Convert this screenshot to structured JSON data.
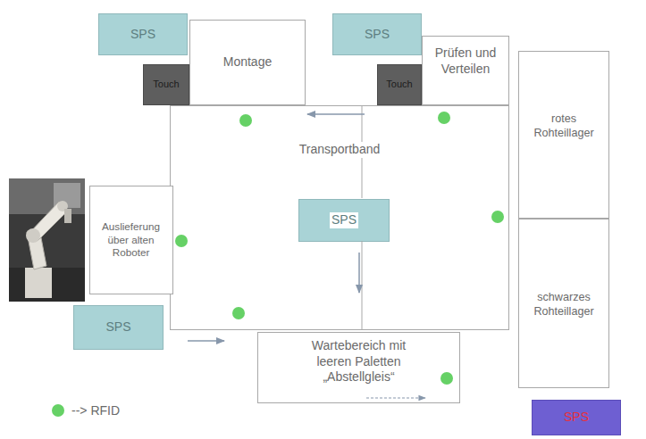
{
  "diagram": {
    "nodes": [
      {
        "text": [
          "SPS"
        ]
      },
      {
        "text": [
          "Touch"
        ]
      },
      {
        "text": [
          "Montage"
        ]
      },
      {
        "text": [
          "SPS"
        ]
      },
      {
        "text": [
          "Touch"
        ]
      },
      {
        "text": [
          "Prüfen und Verteilen"
        ]
      },
      {
        "text": [
          "rotes Rohteillager"
        ]
      },
      {
        "text": [
          "Transportband"
        ]
      },
      {
        "text": [
          "SPS"
        ],
        "in": 7
      },
      {
        "text": [
          "Auslieferung über alten Roboter"
        ]
      },
      {
        "text": [
          "schwarzes Rohteillager"
        ]
      },
      {
        "text": [
          "SPS"
        ]
      },
      {
        "text": [
          "Wartebereich mit leeren Paletten „Abstellgleis“"
        ]
      },
      {
        "text": [
          "SPS"
        ]
      }
    ],
    "legend": [
      {
        "text": "--> RFID",
        "color": "#66d166"
      }
    ]
  }
}
